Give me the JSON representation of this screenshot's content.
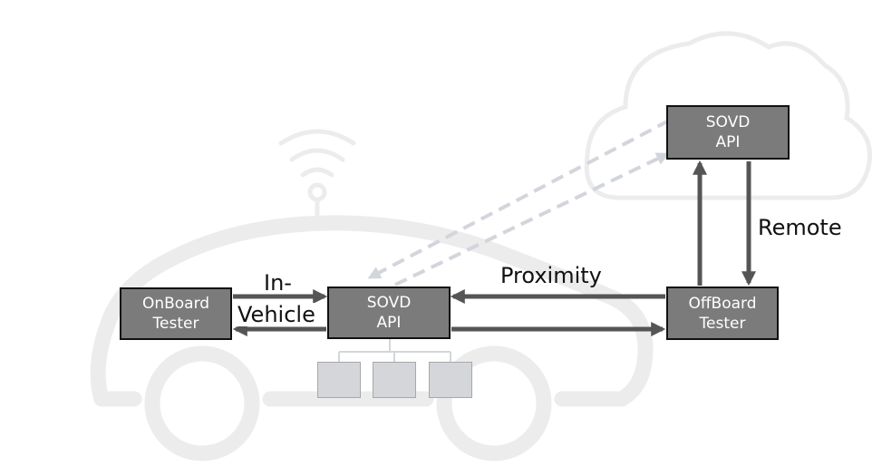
{
  "nodes": {
    "cloud_sovd": {
      "line1": "SOVD",
      "line2": "API"
    },
    "vehicle_sovd": {
      "line1": "SOVD",
      "line2": "API"
    },
    "onboard_tester": {
      "line1": "OnBoard",
      "line2": "Tester"
    },
    "offboard_tester": {
      "line1": "OffBoard",
      "line2": "Tester"
    }
  },
  "connections": {
    "in_vehicle": {
      "line1": "In-",
      "line2": "Vehicle"
    },
    "proximity": "Proximity",
    "remote": "Remote"
  },
  "colors": {
    "box_fill": "#7b7b7b",
    "box_border": "#111111",
    "arrow": "#555555",
    "dashed_arrow": "#d2d6dc",
    "background_shape": "#ececec",
    "ecu_fill": "#d4d6da"
  },
  "icons": [
    "cloud-icon",
    "car-icon",
    "wifi-icon",
    "ecu-block-icon"
  ]
}
